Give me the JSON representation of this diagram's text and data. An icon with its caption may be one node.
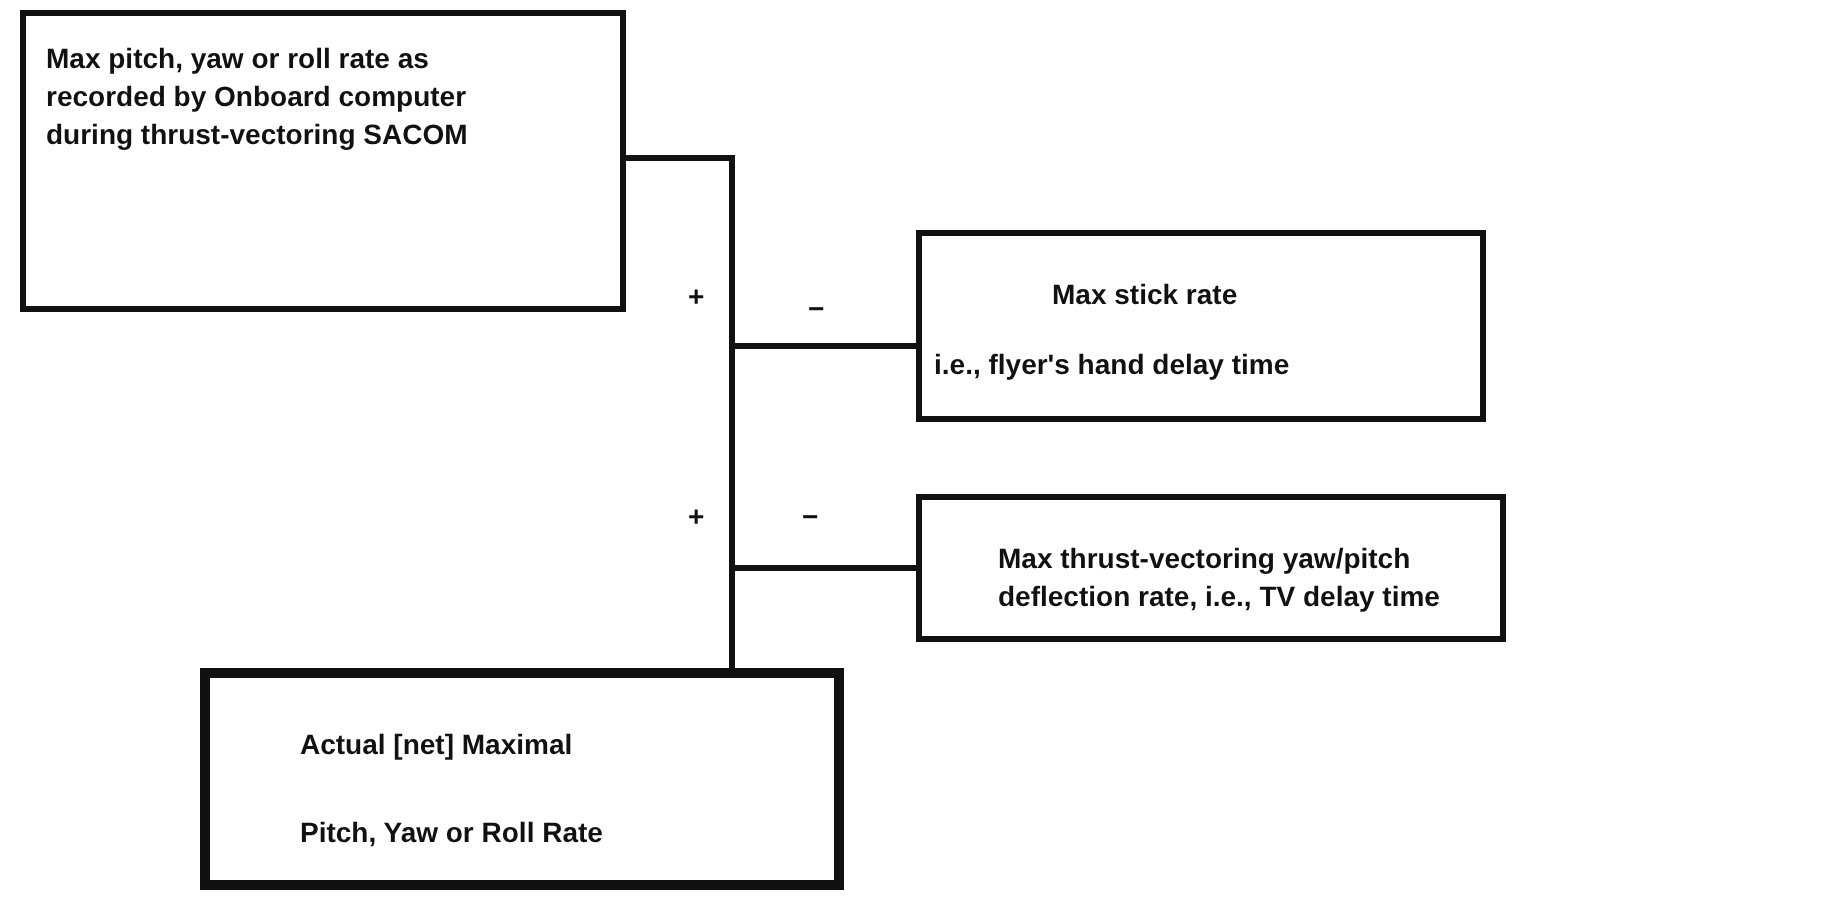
{
  "diagram": {
    "nodes": [
      {
        "text": [
          "Max pitch, yaw or roll rate as recorded by Onboard computer during thrust-vectoring SACOM"
        ]
      },
      {
        "text": [
          "Max stick rate",
          "i.e., flyer's hand delay time"
        ]
      },
      {
        "text": [
          "Max thrust-vectoring yaw/pitch deflection rate, i.e., TV delay time"
        ]
      },
      {
        "text": [
          "Actual [net] Maximal",
          "Pitch, Yaw or Roll Rate"
        ]
      }
    ],
    "edges": [
      {
        "from": 0,
        "to": 3,
        "arrow": "none"
      },
      {
        "from": 1,
        "to": 3,
        "arrow": "none"
      },
      {
        "from": 2,
        "to": 3,
        "arrow": "none"
      }
    ],
    "labels": [
      "+",
      "−",
      "+",
      "−"
    ]
  }
}
